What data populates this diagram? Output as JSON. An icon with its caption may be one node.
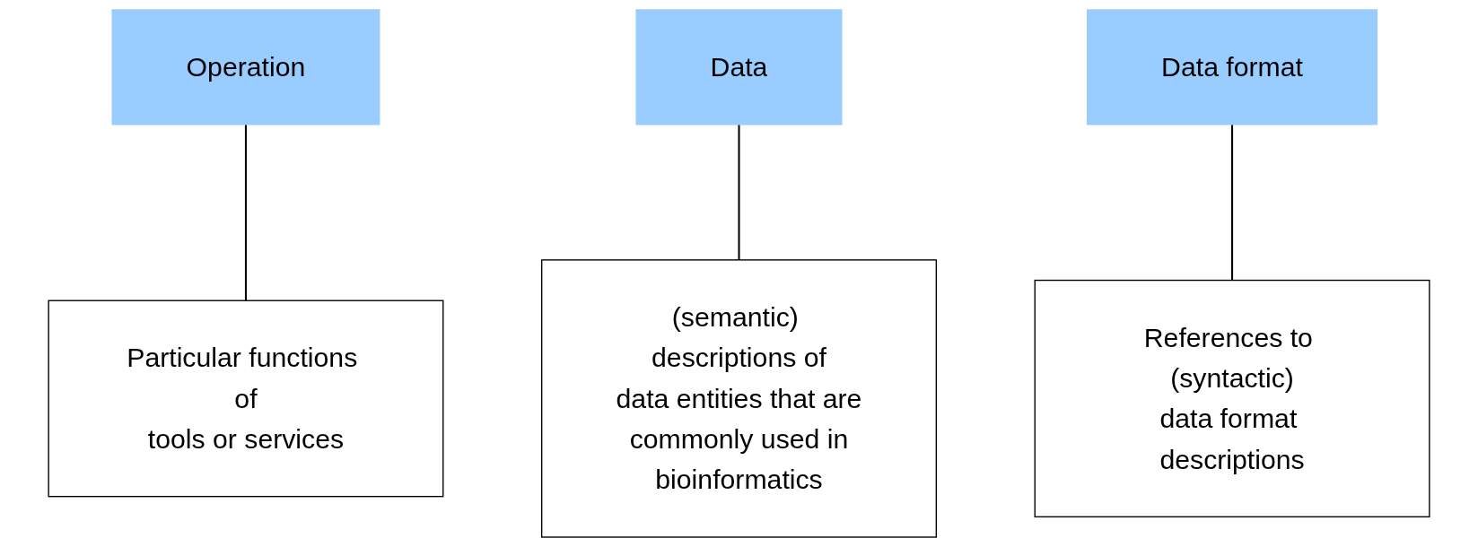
{
  "diagram": {
    "nodes": [
      {
        "text": [
          "Operation"
        ]
      },
      {
        "text": [
          "Data"
        ]
      },
      {
        "text": [
          "Data format"
        ]
      },
      {
        "text": [
          "Particular functions of tools or services"
        ]
      },
      {
        "text": [
          "(semantic) descriptions of data entities that are commonly used in bioinformatics"
        ]
      },
      {
        "text": [
          "References to (syntactic) data format descriptions"
        ]
      }
    ],
    "edges": [
      {
        "from": 3,
        "to": 0,
        "arrow": "none"
      },
      {
        "from": 4,
        "to": 1,
        "arrow": "none"
      },
      {
        "from": 5,
        "to": 2,
        "arrow": "none"
      }
    ]
  }
}
